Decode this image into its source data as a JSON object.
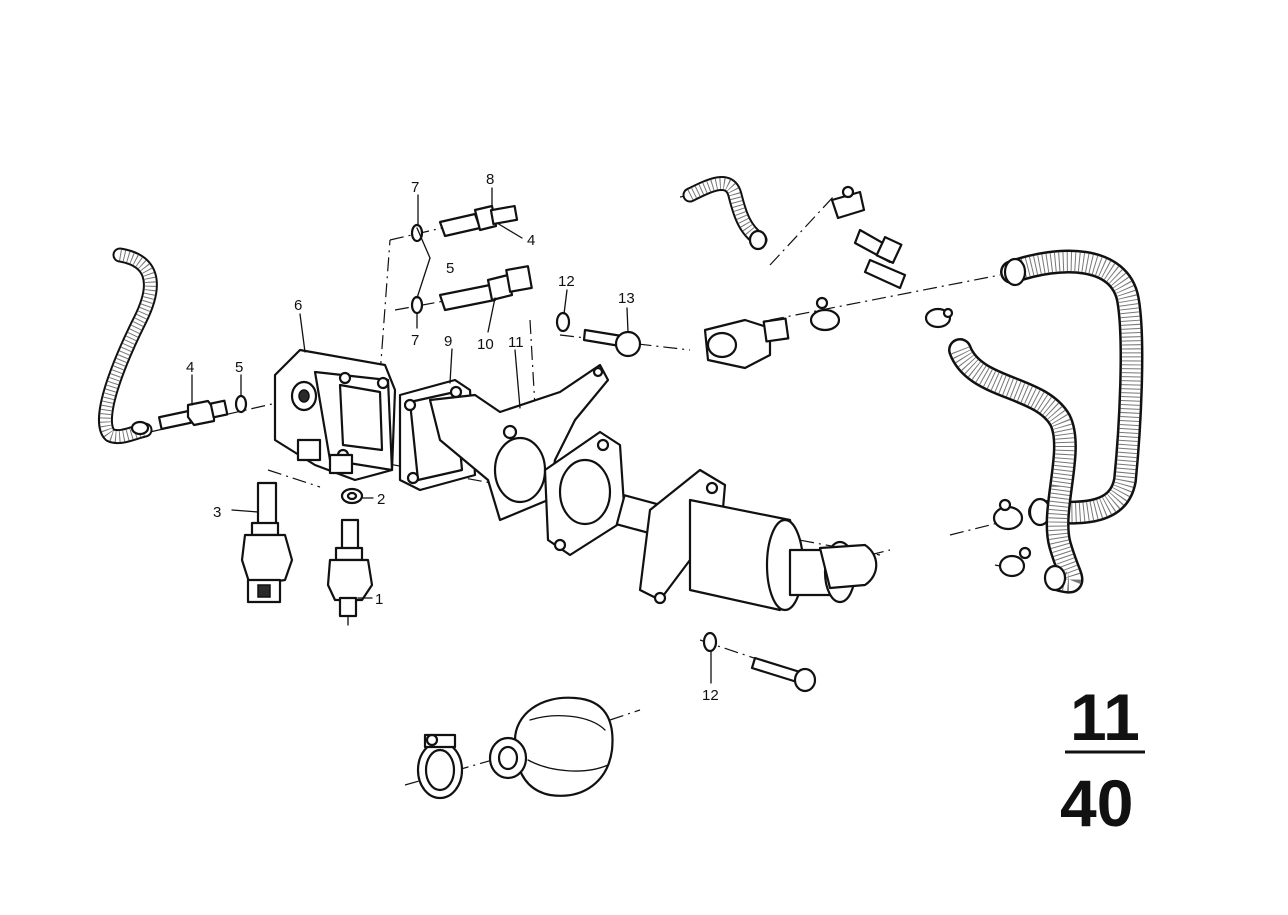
{
  "diagram": {
    "section_numerator": "11",
    "section_denominator": "40",
    "callouts": [
      {
        "id": "c1",
        "label": "1"
      },
      {
        "id": "c2",
        "label": "2"
      },
      {
        "id": "c3",
        "label": "3"
      },
      {
        "id": "c4a",
        "label": "4"
      },
      {
        "id": "c4b",
        "label": "4"
      },
      {
        "id": "c5a",
        "label": "5"
      },
      {
        "id": "c5b",
        "label": "5"
      },
      {
        "id": "c6",
        "label": "6"
      },
      {
        "id": "c7a",
        "label": "7"
      },
      {
        "id": "c7b",
        "label": "7"
      },
      {
        "id": "c8",
        "label": "8"
      },
      {
        "id": "c9",
        "label": "9"
      },
      {
        "id": "c10",
        "label": "10"
      },
      {
        "id": "c11",
        "label": "11"
      },
      {
        "id": "c12a",
        "label": "12"
      },
      {
        "id": "c12b",
        "label": "12"
      },
      {
        "id": "c13",
        "label": "13"
      }
    ]
  }
}
